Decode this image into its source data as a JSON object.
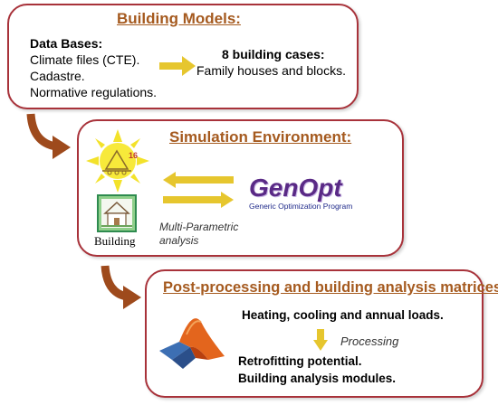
{
  "colors": {
    "box_border": "#a8323a",
    "title": "#a55a1f",
    "arrow_yellow": "#e6c62e",
    "arrow_brown": "#9e4a1c",
    "genopt_purple": "#5a2a86",
    "genopt_sub": "#1f2a8a"
  },
  "box1": {
    "title": "Building Models:",
    "data_bases_label": "Data Bases:",
    "items": [
      "Climate files (CTE).",
      "Cadastre.",
      "Normative regulations."
    ],
    "cases_label": "8 building cases:",
    "cases_desc": "Family houses and blocks."
  },
  "box2": {
    "title": "Simulation Environment:",
    "sun_logo_text": "16",
    "building_label": "Building",
    "genopt_logo": "GenOpt",
    "genopt_subtitle": "Generic Optimization Program",
    "analysis_text_1": "Multi-Parametric",
    "analysis_text_2": "analysis"
  },
  "box3": {
    "title": "Post-processing and building analysis matrices:",
    "loads": "Heating, cooling and annual loads.",
    "processing": "Processing",
    "result_1": "Retrofitting potential.",
    "result_2": "Building analysis modules."
  },
  "icons": {
    "connector_1": "curved-arrow-icon",
    "connector_2": "curved-arrow-icon",
    "sun": "sun-logo-icon",
    "building": "building-icon",
    "matlab": "matlab-icon"
  }
}
